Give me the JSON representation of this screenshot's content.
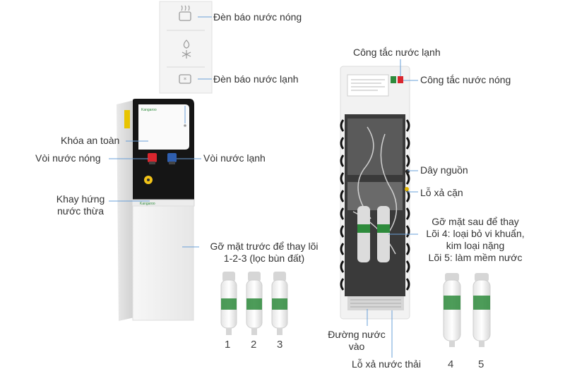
{
  "front_panel": {
    "hot_light_label": "Đèn báo nước nóng",
    "cold_light_label": "Đèn báo nước lạnh"
  },
  "front_labels": {
    "safety_lock": "Khóa an toàn",
    "hot_tap": "Vòi nước nóng",
    "cold_tap": "Vòi nước lạnh",
    "drip_tray_line1": "Khay hứng",
    "drip_tray_line2": "nước thừa",
    "front_cover_line1": "Gỡ mặt trước để thay lõi",
    "front_cover_line2": "1-2-3 (lọc bùn đất)"
  },
  "back_labels": {
    "cold_switch": "Công tắc nước lạnh",
    "hot_switch": "Công tắc nước nóng",
    "power_cord": "Dây nguồn",
    "sediment_drain": "Lỗ xả cặn",
    "back_cover_line1": "Gỡ mặt sau để thay",
    "back_cover_line2": "Lõi 4: loại bỏ vi khuẩn,",
    "back_cover_line3": "kim loại nặng",
    "back_cover_line4": "Lõi 5: làm mềm nước",
    "water_inlet_line1": "Đường nước",
    "water_inlet_line2": "vào",
    "waste_drain": "Lỗ xả nước thải"
  },
  "filter_numbers": [
    "1",
    "2",
    "3",
    "4",
    "5"
  ],
  "brand_text": "Kangaroo",
  "colors": {
    "callout_line": "#6aa0d8",
    "filter_green": "#2e8b3c",
    "hot_red": "#d9262e",
    "cold_blue": "#2f5fb0",
    "body_black": "#151515"
  }
}
